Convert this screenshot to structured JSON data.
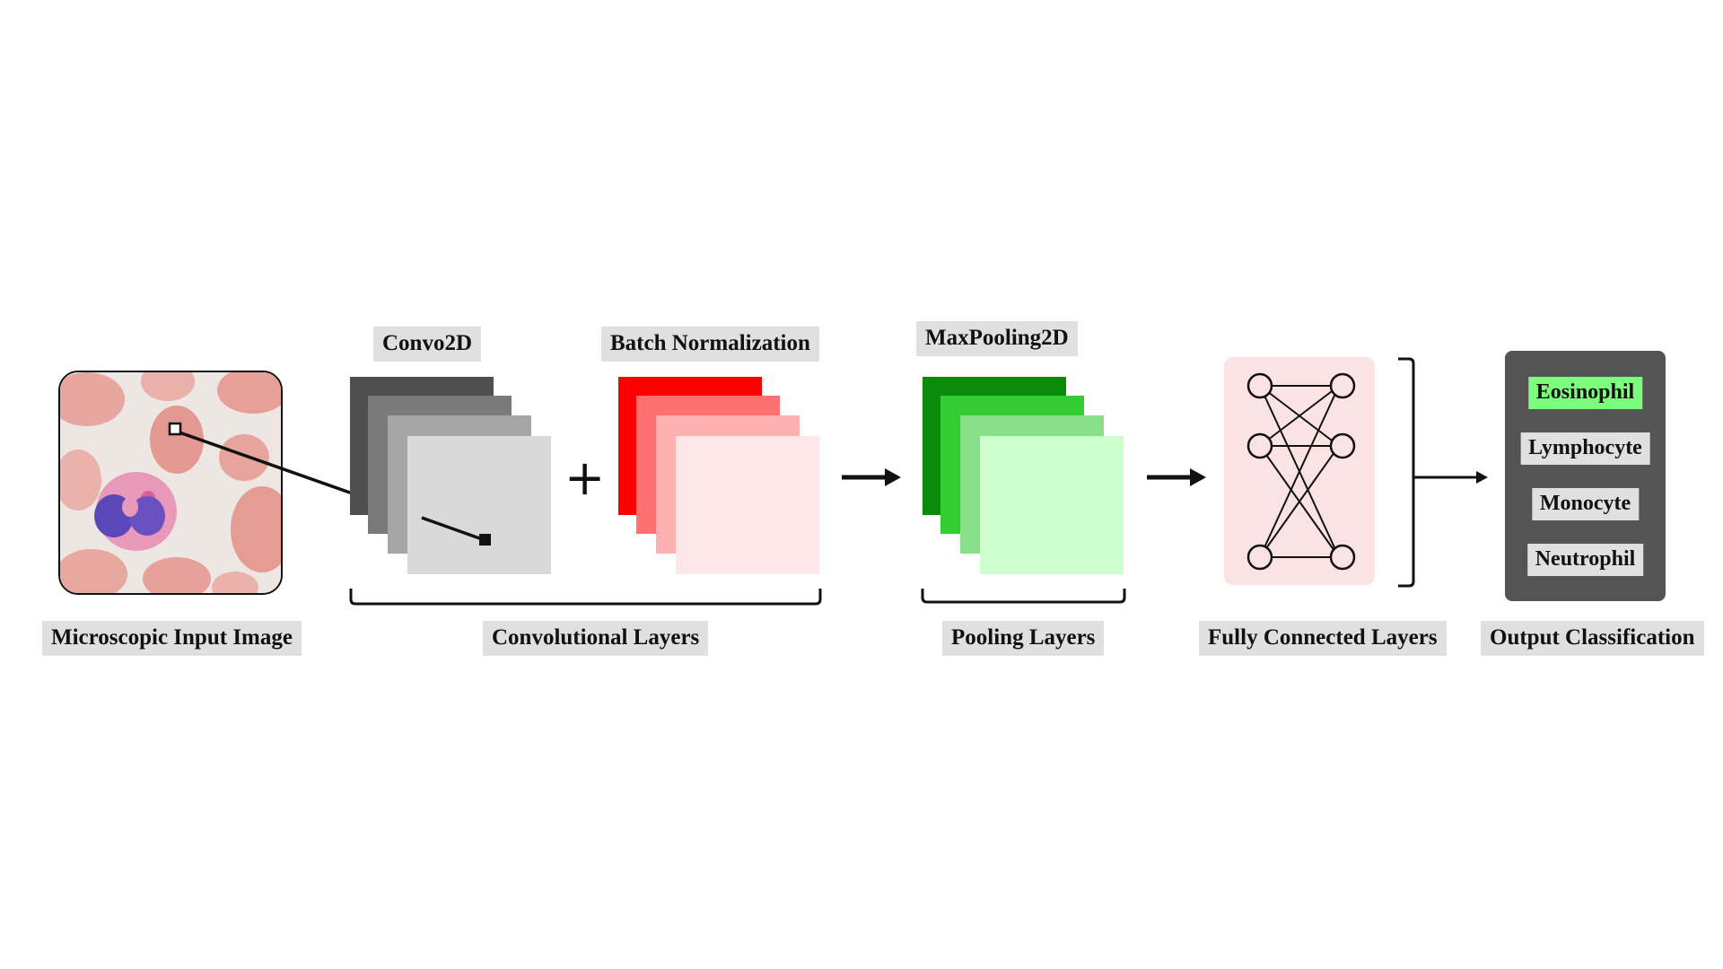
{
  "labels": {
    "input": "Microscopic Input Image",
    "conv2d": "Convo2D",
    "batchnorm": "Batch Normalization",
    "maxpool": "MaxPooling2D",
    "conv_layers": "Convolutional Layers",
    "pool_layers": "Pooling Layers",
    "fc_layers": "Fully Connected Layers",
    "output": "Output Classification"
  },
  "operators": {
    "plus": "+"
  },
  "output_classes": [
    {
      "label": "Eosinophil",
      "selected": true
    },
    {
      "label": "Lymphocyte",
      "selected": false
    },
    {
      "label": "Monocyte",
      "selected": false
    },
    {
      "label": "Neutrophil",
      "selected": false
    }
  ],
  "colors": {
    "conv_stack": [
      "#4f4f4f",
      "#7a7a7a",
      "#a6a6a6",
      "#d9d9d9"
    ],
    "batchnorm_stack": [
      "#ff0000",
      "#ff7070",
      "#ffb0b0",
      "#ffe6e6"
    ],
    "pool_stack": [
      "#0a8c0a",
      "#33cc33",
      "#88e088",
      "#ccffcc"
    ],
    "fc_background": "#fbe3e3",
    "output_panel": "#545454",
    "selected_class": "#7dfc7d",
    "label_background": "#e0e0e0"
  }
}
